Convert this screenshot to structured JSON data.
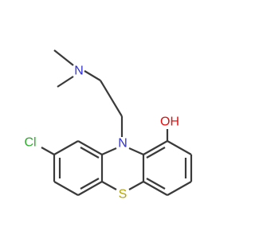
{
  "molecule": {
    "atoms": {
      "N_amine": "N",
      "N_ring": "N",
      "S": "S",
      "Cl": "Cl",
      "OH": "OH"
    },
    "colors": {
      "bond": "#3a3a3a",
      "nitrogen": "#2f2fd6",
      "sulfur": "#b5a500",
      "chlorine": "#2eaa2e",
      "oxygen": "#e01010"
    }
  }
}
